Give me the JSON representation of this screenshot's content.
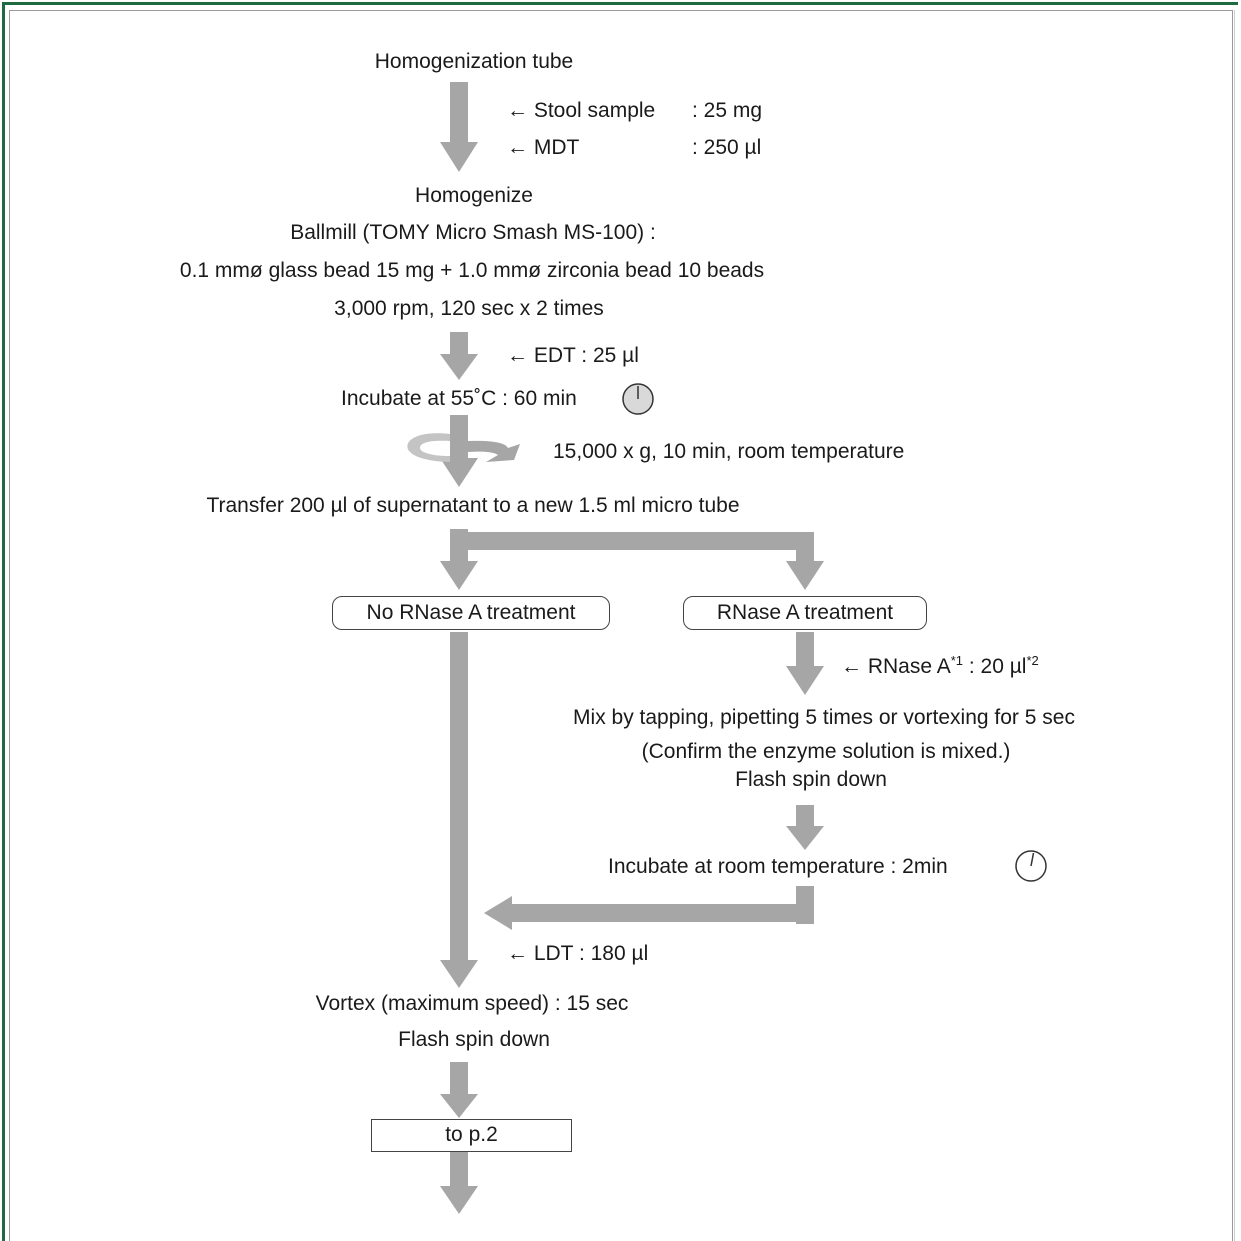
{
  "steps": {
    "tube": "Homogenization tube",
    "add1_label": "← Stool sample",
    "add1_value": ": 25 mg",
    "add2_label": "← MDT",
    "add2_value": ": 250 µl",
    "homogenize": "Homogenize",
    "ballmill": "Ballmill (TOMY Micro Smash MS-100) :",
    "beads": "0.1 mmø glass bead 15 mg + 1.0 mmø zirconia bead 10 beads",
    "rpm": "3,000 rpm, 120 sec x 2 times",
    "add_edt": "← EDT : 25 µl",
    "incubate55": "Incubate at 55˚C : 60 min",
    "centrifuge": "15,000 x g, 10 min, room temperature",
    "transfer": "Transfer 200 µl of supernatant to a new 1.5 ml micro tube",
    "no_rnase": "No RNase A treatment",
    "rnase": "RNase A treatment",
    "add_rnase_prefix": "← RNase A",
    "add_rnase_sup1": "*1",
    "add_rnase_mid": " : 20 µl",
    "add_rnase_sup2": "*2",
    "mix": "Mix by tapping, pipetting 5 times or vortexing for 5 sec",
    "confirm": "(Confirm the enzyme solution is mixed.)",
    "flash1": "Flash spin down",
    "incubate_rt": "Incubate at room temperature : 2min",
    "add_ldt": "← LDT : 180 µl",
    "vortex": "Vortex (maximum speed) : 15 sec",
    "flash2": "Flash spin down",
    "to_p2": "to p.2"
  },
  "colors": {
    "arrow": "#a6a6a6",
    "frame": "#1f6b41",
    "text": "#1a1a1a"
  },
  "icons": [
    "clock-icon",
    "centrifuge-rotation-icon"
  ]
}
